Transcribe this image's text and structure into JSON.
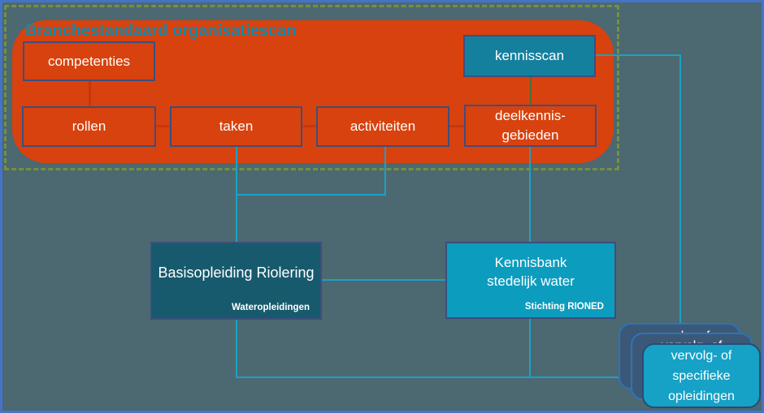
{
  "palette": {
    "background": "#4c6871",
    "frame_border": "#4573c8",
    "group_orange": "#d8420e",
    "dashed_outline": "#75913c",
    "node_border_navy": "#3e4e7c",
    "title_teal": "#1787a9",
    "kennisscan_fill": "#15809e",
    "basisopleiding_fill": "#175a6d",
    "kennisbank_fill": "#0c9cbe",
    "vervolg_fill": "#16a1c7",
    "stack_back_fill": "#3c5878",
    "stack_back_border": "#2e74b6",
    "connector_cyan": "#1ba1c6",
    "connector_red": "#c5380d",
    "connector_green": "#4c7037"
  },
  "branchestandaard": {
    "title": "Branchestandaard organisatiescan",
    "competenties": "competenties",
    "rollen": "rollen",
    "taken": "taken",
    "activiteiten": "activiteiten",
    "deelkennis_line1": "deelkennis-",
    "deelkennis_line2": "gebieden"
  },
  "kennisscan": {
    "label": "kennisscan"
  },
  "basisopleiding": {
    "title": "Basisopleiding Riolering",
    "organisation": "Wateropleidingen"
  },
  "kennisbank": {
    "title_line1": "Kennisbank",
    "title_line2": "stedelijk water",
    "organisation": "Stichting RIONED"
  },
  "vervolg": {
    "line1": "vervolg- of",
    "line2": "specifieke",
    "line3": "opleidingen"
  }
}
